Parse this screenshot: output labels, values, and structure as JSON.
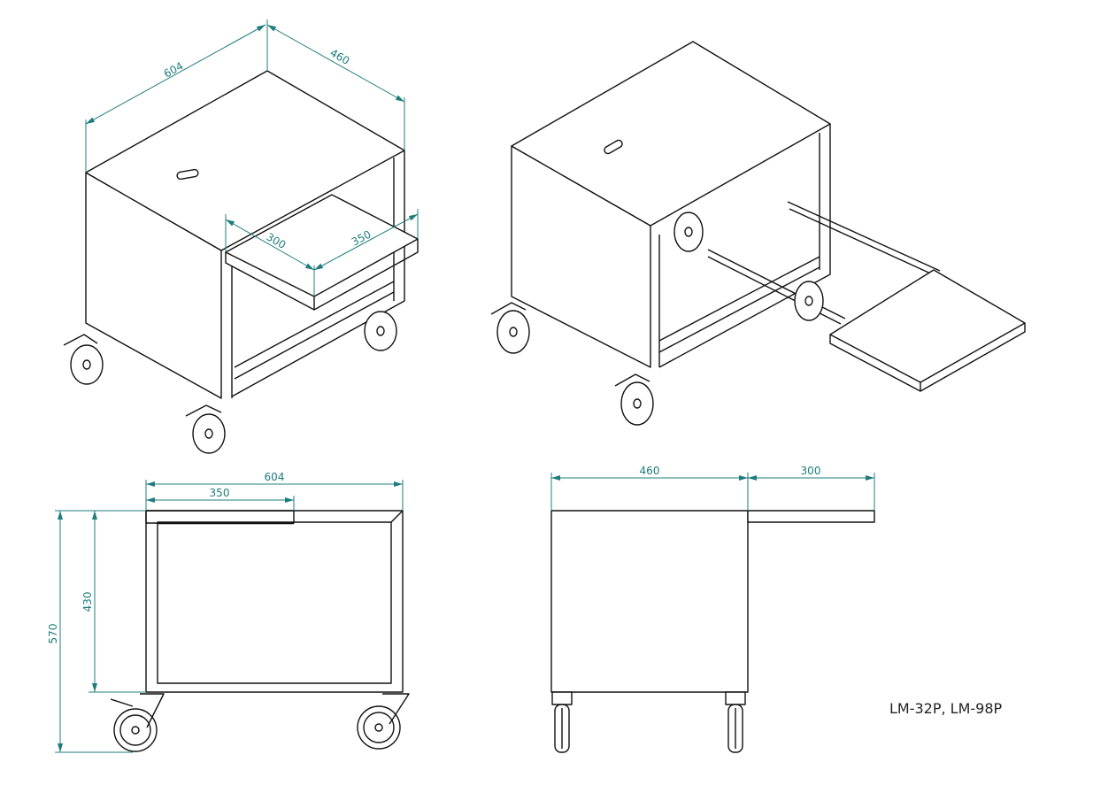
{
  "model_label": "LM-32P, LM-98P",
  "colors": {
    "dimension": "#1f7c7c",
    "outline": "#111111"
  },
  "iso_view_closed": {
    "dim_width": "604",
    "dim_depth": "460",
    "dim_shelf_depth": "300",
    "dim_shelf_width": "350"
  },
  "front_view": {
    "dim_width": "604",
    "dim_shelf": "350",
    "dim_total_height": "570",
    "dim_frame_height": "430"
  },
  "side_view": {
    "dim_depth": "460",
    "dim_shelf_extension": "300"
  }
}
